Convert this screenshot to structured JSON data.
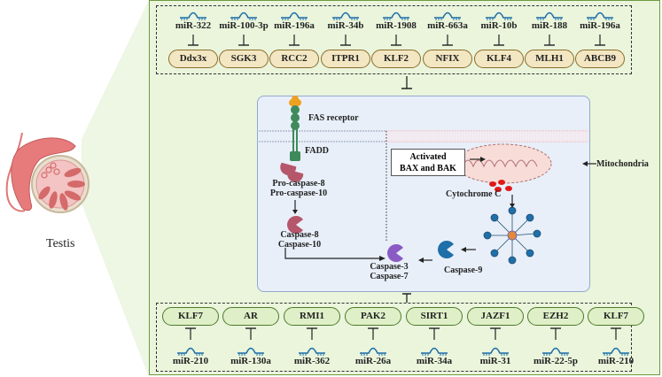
{
  "organ": {
    "label": "Testis"
  },
  "top_regulation": {
    "relation": "inhibits",
    "pairs": [
      {
        "mirna": "miR-322",
        "gene": "Ddx3x"
      },
      {
        "mirna": "miR-100-3p",
        "gene": "SGK3"
      },
      {
        "mirna": "miR-196a",
        "gene": "RCC2"
      },
      {
        "mirna": "miR-34b",
        "gene": "ITPR1"
      },
      {
        "mirna": "miR-1908",
        "gene": "KLF2"
      },
      {
        "mirna": "miR-663a",
        "gene": "NFIX"
      },
      {
        "mirna": "miR-10b",
        "gene": "KLF4"
      },
      {
        "mirna": "miR-188",
        "gene": "MLH1"
      },
      {
        "mirna": "miR-196a",
        "gene": "ABCB9"
      }
    ]
  },
  "bottom_regulation": {
    "relation": "inhibits",
    "pairs": [
      {
        "mirna": "miR-210",
        "gene": "KLF7"
      },
      {
        "mirna": "miR-130a",
        "gene": "AR"
      },
      {
        "mirna": "miR-362",
        "gene": "RMI1"
      },
      {
        "mirna": "miR-26a",
        "gene": "PAK2"
      },
      {
        "mirna": "miR-34a",
        "gene": "SIRT1"
      },
      {
        "mirna": "miR-31",
        "gene": "JAZF1"
      },
      {
        "mirna": "miR-22-5p",
        "gene": "EZH2"
      },
      {
        "mirna": "miR-210",
        "gene": "KLF7"
      }
    ]
  },
  "apoptosis": {
    "fas_receptor": "FAS receptor",
    "fadd": "FADD",
    "procaspase_line1": "Pro-caspase-8",
    "procaspase_line2": "Pro-caspase-10",
    "caspase8_line1": "Caspase-8",
    "caspase8_line2": "Caspase-10",
    "caspase3_line1": "Caspase-3",
    "caspase3_line2": "Caspase-7",
    "bax_line1": "Activated",
    "bax_line2": "BAX and BAK",
    "mitochondria": "Mitochondria",
    "cytochrome": "Cytochrome C",
    "caspase9": "Caspase-9"
  },
  "colors": {
    "panel_bg": "#eaf5dc",
    "panel_border": "#6d9a3f",
    "mirna": "#1f6fa8",
    "gene_top_fill": "#f3e6c2",
    "gene_bottom_fill": "#dff0c8",
    "caspase8": "#b5566a",
    "caspase3": "#8b5bc4",
    "caspase9": "#1f6fa8",
    "cytochrome": "#e01818",
    "fas_head": "#f0a020",
    "fas_body": "#3f8a5a"
  }
}
